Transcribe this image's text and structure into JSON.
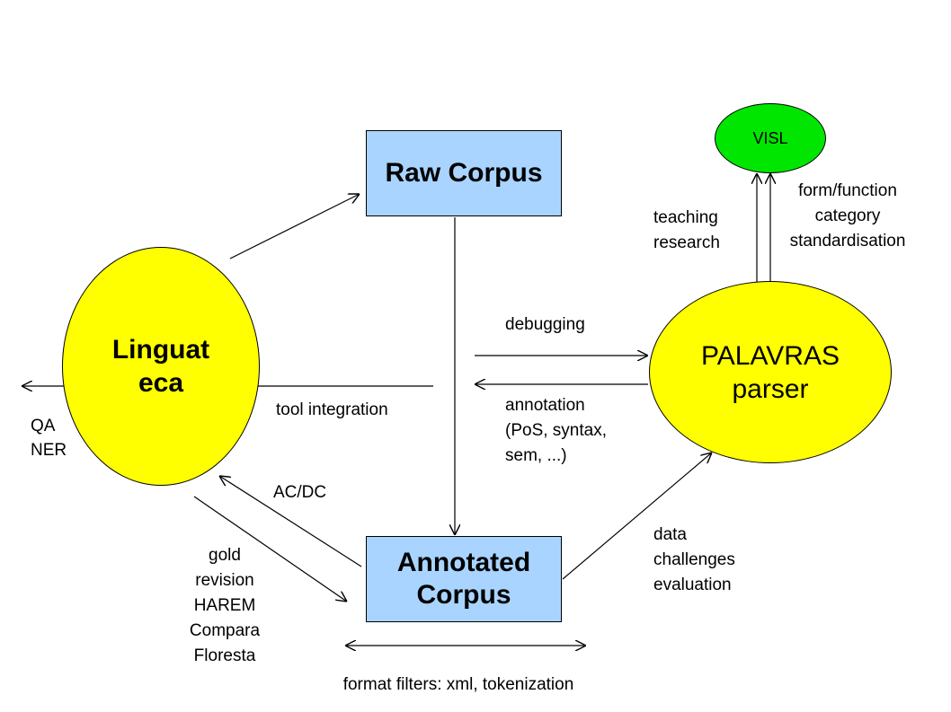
{
  "nodes": {
    "raw_corpus": "Raw Corpus",
    "annotated_corpus": [
      "Annotated",
      "Corpus"
    ],
    "linguateca": [
      "Linguat",
      "eca"
    ],
    "palavras": [
      "PALAVRAS",
      "parser"
    ],
    "visl": "VISL"
  },
  "edge_labels": {
    "form_function": [
      "form/function",
      "category",
      "standardisation"
    ],
    "teaching_research": [
      "teaching",
      "research"
    ],
    "debugging": "debugging",
    "annotation": [
      "annotation",
      "(PoS, syntax,",
      "sem, ...)"
    ],
    "tool_integration": "tool integration",
    "qa_ner": [
      "QA",
      "NER"
    ],
    "ac_dc": "AC/DC",
    "gold": [
      "gold",
      "revision",
      "HAREM",
      "Compara",
      "Floresta"
    ],
    "data_challenges": [
      "data",
      "challenges",
      "evaluation"
    ],
    "format_filters": "format filters: xml, tokenization"
  },
  "colors": {
    "corpus_box": "#a8d4ff",
    "yellow_node": "#ffff00",
    "green_node": "#00e600"
  }
}
